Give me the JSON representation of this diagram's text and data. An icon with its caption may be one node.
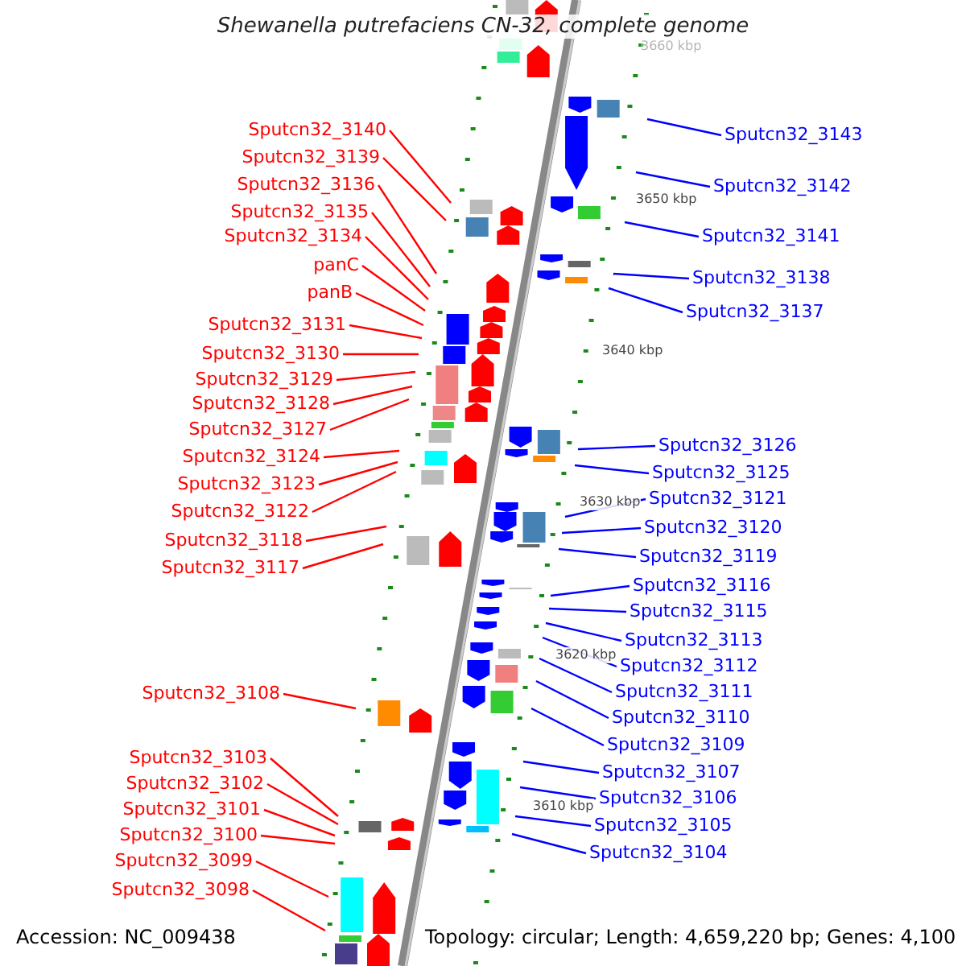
{
  "diagram": {
    "title": "Shewanella putrefaciens CN-32, complete genome",
    "nodes": [
      {
        "text": [
          "Sputcn32_3140"
        ]
      },
      {
        "text": [
          "Sputcn32_3139"
        ]
      },
      {
        "text": [
          "Sputcn32_3136"
        ]
      },
      {
        "text": [
          "Sputcn32_3135"
        ]
      },
      {
        "text": [
          "Sputcn32_3134"
        ]
      },
      {
        "text": [
          "panC"
        ]
      },
      {
        "text": [
          "panB"
        ]
      },
      {
        "text": [
          "Sputcn32_3131"
        ]
      },
      {
        "text": [
          "Sputcn32_3130"
        ]
      },
      {
        "text": [
          "Sputcn32_3129"
        ]
      },
      {
        "text": [
          "Sputcn32_3128"
        ]
      },
      {
        "text": [
          "Sputcn32_3127"
        ]
      },
      {
        "text": [
          "Sputcn32_3124"
        ]
      },
      {
        "text": [
          "Sputcn32_3123"
        ]
      },
      {
        "text": [
          "Sputcn32_3122"
        ]
      },
      {
        "text": [
          "Sputcn32_3118"
        ]
      },
      {
        "text": [
          "Sputcn32_3117"
        ]
      },
      {
        "text": [
          "Sputcn32_3108"
        ]
      },
      {
        "text": [
          "Sputcn32_3103"
        ]
      },
      {
        "text": [
          "Sputcn32_3102"
        ]
      },
      {
        "text": [
          "Sputcn32_3101"
        ]
      },
      {
        "text": [
          "Sputcn32_3100"
        ]
      },
      {
        "text": [
          "Sputcn32_3099"
        ]
      },
      {
        "text": [
          "Sputcn32_3098"
        ]
      },
      {
        "text": [
          "Sputcn32_3143"
        ]
      },
      {
        "text": [
          "Sputcn32_3142"
        ]
      },
      {
        "text": [
          "Sputcn32_3141"
        ]
      },
      {
        "text": [
          "Sputcn32_3138"
        ]
      },
      {
        "text": [
          "Sputcn32_3137"
        ]
      },
      {
        "text": [
          "Sputcn32_3126"
        ]
      },
      {
        "text": [
          "Sputcn32_3125"
        ]
      },
      {
        "text": [
          "Sputcn32_3121"
        ]
      },
      {
        "text": [
          "Sputcn32_3120"
        ]
      },
      {
        "text": [
          "Sputcn32_3119"
        ]
      },
      {
        "text": [
          "Sputcn32_3116"
        ]
      },
      {
        "text": [
          "Sputcn32_3115"
        ]
      },
      {
        "text": [
          "Sputcn32_3113"
        ]
      },
      {
        "text": [
          "Sputcn32_3112"
        ]
      },
      {
        "text": [
          "Sputcn32_3111"
        ]
      },
      {
        "text": [
          "Sputcn32_3110"
        ]
      },
      {
        "text": [
          "Sputcn32_3109"
        ]
      },
      {
        "text": [
          "Sputcn32_3107"
        ]
      },
      {
        "text": [
          "Sputcn32_3106"
        ]
      },
      {
        "text": [
          "Sputcn32_3105"
        ]
      },
      {
        "text": [
          "Sputcn32_3104"
        ]
      }
    ],
    "edges": [
      {
        "from": 0,
        "to": null,
        "arrow": "none"
      },
      {
        "from": 1,
        "to": null,
        "arrow": "none"
      },
      {
        "from": 2,
        "to": null,
        "arrow": "none"
      },
      {
        "from": 3,
        "to": null,
        "arrow": "none"
      },
      {
        "from": 4,
        "to": null,
        "arrow": "none"
      },
      {
        "from": 5,
        "to": null,
        "arrow": "none"
      },
      {
        "from": 6,
        "to": null,
        "arrow": "none"
      },
      {
        "from": 7,
        "to": null,
        "arrow": "none"
      },
      {
        "from": 8,
        "to": null,
        "arrow": "none"
      },
      {
        "from": 9,
        "to": null,
        "arrow": "none"
      },
      {
        "from": 10,
        "to": null,
        "arrow": "none"
      },
      {
        "from": 11,
        "to": null,
        "arrow": "none"
      },
      {
        "from": 12,
        "to": null,
        "arrow": "none"
      },
      {
        "from": 13,
        "to": null,
        "arrow": "none"
      },
      {
        "from": 14,
        "to": null,
        "arrow": "none"
      },
      {
        "from": 15,
        "to": null,
        "arrow": "none"
      },
      {
        "from": 16,
        "to": null,
        "arrow": "none"
      },
      {
        "from": 17,
        "to": null,
        "arrow": "none"
      },
      {
        "from": 18,
        "to": null,
        "arrow": "none"
      },
      {
        "from": 19,
        "to": null,
        "arrow": "none"
      },
      {
        "from": 20,
        "to": null,
        "arrow": "none"
      },
      {
        "from": 21,
        "to": null,
        "arrow": "none"
      },
      {
        "from": 22,
        "to": null,
        "arrow": "none"
      },
      {
        "from": 23,
        "to": null,
        "arrow": "none"
      },
      {
        "from": 24,
        "to": null,
        "arrow": "none",
        "color": "#0000ff"
      },
      {
        "from": 25,
        "to": null,
        "arrow": "none",
        "color": "#0000ff"
      },
      {
        "from": 26,
        "to": null,
        "arrow": "none",
        "color": "#0000ff"
      },
      {
        "from": 27,
        "to": null,
        "arrow": "none",
        "color": "#0000ff"
      },
      {
        "from": 28,
        "to": null,
        "arrow": "none",
        "color": "#0000ff"
      },
      {
        "from": 29,
        "to": null,
        "arrow": "none",
        "color": "#0000ff"
      },
      {
        "from": 30,
        "to": null,
        "arrow": "none",
        "color": "#0000ff"
      },
      {
        "from": 31,
        "to": null,
        "arrow": "none",
        "color": "#0000ff"
      },
      {
        "from": 32,
        "to": null,
        "arrow": "none",
        "color": "#0000ff"
      },
      {
        "from": 33,
        "to": null,
        "arrow": "none",
        "color": "#0000ff"
      },
      {
        "from": 34,
        "to": null,
        "arrow": "none",
        "color": "#0000ff"
      },
      {
        "from": 35,
        "to": null,
        "arrow": "none",
        "color": "#0000ff"
      },
      {
        "from": 36,
        "to": null,
        "arrow": "none",
        "color": "#0000ff"
      },
      {
        "from": 37,
        "to": null,
        "arrow": "none",
        "color": "#0000ff"
      },
      {
        "from": 38,
        "to": null,
        "arrow": "none",
        "color": "#0000ff"
      },
      {
        "from": 39,
        "to": null,
        "arrow": "none",
        "color": "#0000ff"
      },
      {
        "from": 40,
        "to": null,
        "arrow": "none",
        "color": "#0000ff"
      },
      {
        "from": 41,
        "to": null,
        "arrow": "none",
        "color": "#0000ff"
      },
      {
        "from": 42,
        "to": null,
        "arrow": "none",
        "color": "#0000ff"
      },
      {
        "from": 43,
        "to": null,
        "arrow": "none",
        "color": "#0000ff"
      },
      {
        "from": 44,
        "to": null,
        "arrow": "none",
        "color": "#0000ff"
      }
    ],
    "labels": [
      "3660 kbp",
      "3650 kbp",
      "3640 kbp",
      "3630 kbp",
      "3620 kbp",
      "3610 kbp",
      "Accession: NC_009438",
      "Topology: circular; Length: 4,659,220 bp; Genes: 4,100"
    ]
  }
}
